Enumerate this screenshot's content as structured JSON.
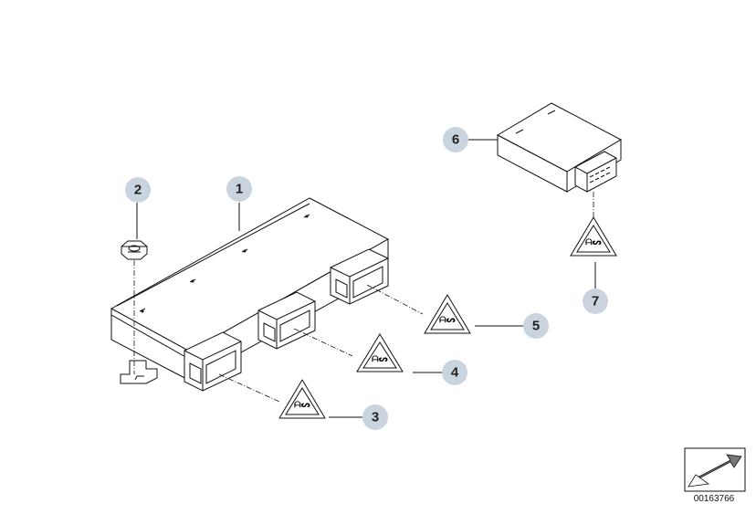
{
  "callouts": [
    {
      "id": "1",
      "label": "1",
      "part": "control module"
    },
    {
      "id": "2",
      "label": "2",
      "part": "nut"
    },
    {
      "id": "3",
      "label": "3",
      "part": "connector warning label"
    },
    {
      "id": "4",
      "label": "4",
      "part": "connector warning label"
    },
    {
      "id": "5",
      "label": "5",
      "part": "connector warning label"
    },
    {
      "id": "6",
      "label": "6",
      "part": "small module"
    },
    {
      "id": "7",
      "label": "7",
      "part": "connector warning label"
    }
  ],
  "document_number": "00163766",
  "colors": {
    "callout_fill": "#c9d4de",
    "line": "#111111"
  }
}
